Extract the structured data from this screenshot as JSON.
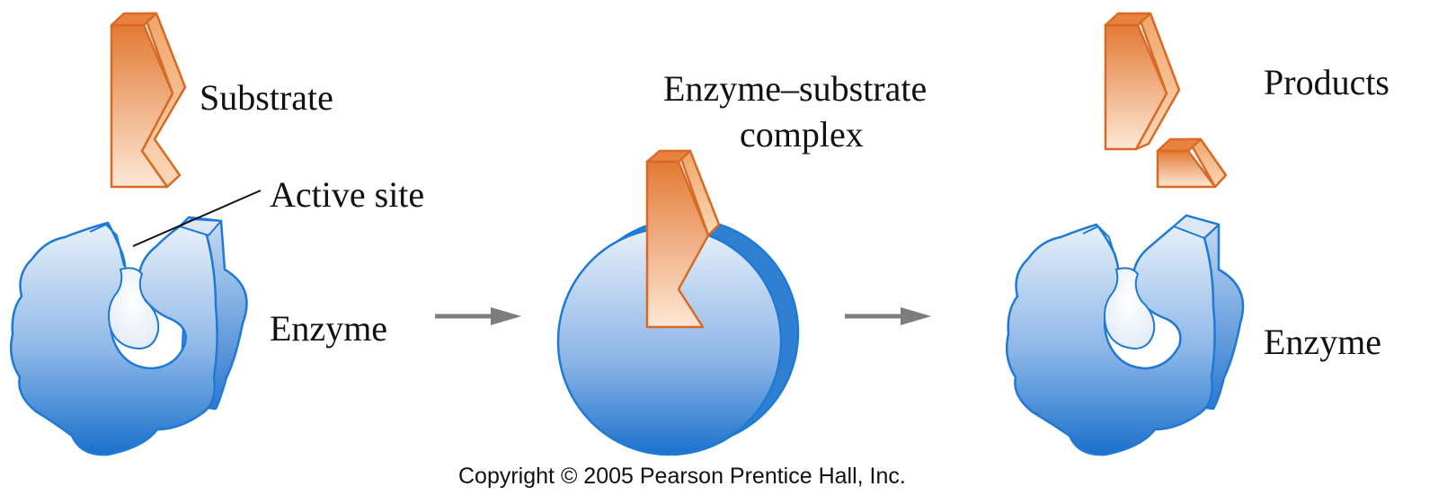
{
  "labels": {
    "substrate": "Substrate",
    "active_site": "Active site",
    "enzyme_left": "Enzyme",
    "complex_line1": "Enzyme–substrate",
    "complex_line2": "complex",
    "products": "Products",
    "enzyme_right": "Enzyme"
  },
  "copyright": "Copyright © 2005 Pearson Prentice Hall, Inc.",
  "colors": {
    "enzyme_light": "#e6eef9",
    "enzyme_dark": "#1a6fcb",
    "enzyme_edge": "#1f7ad6",
    "substrate_light": "#fbe6d2",
    "substrate_dark": "#e0742e",
    "substrate_edge": "#d86a26",
    "arrow": "#7d7d7d"
  }
}
